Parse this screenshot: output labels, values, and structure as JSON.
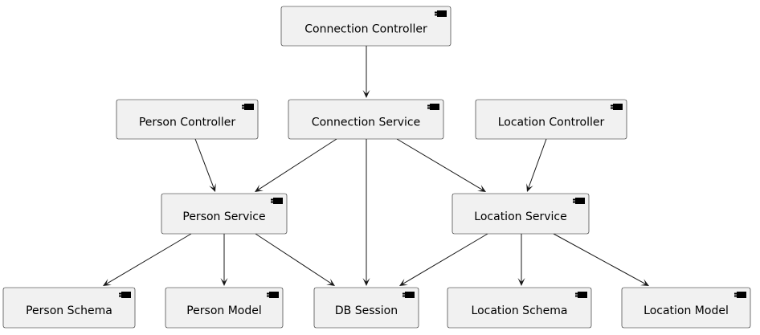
{
  "components": {
    "connection_controller": "Connection Controller",
    "person_controller": "Person Controller",
    "connection_service": "Connection Service",
    "location_controller": "Location Controller",
    "person_service": "Person Service",
    "location_service": "Location Service",
    "person_schema": "Person Schema",
    "person_model": "Person Model",
    "db_session": "DB Session",
    "location_schema": "Location Schema",
    "location_model": "Location Model"
  },
  "dependencies": [
    {
      "from": "connection_controller",
      "to": "connection_service"
    },
    {
      "from": "person_controller",
      "to": "person_service"
    },
    {
      "from": "connection_service",
      "to": "person_service"
    },
    {
      "from": "connection_service",
      "to": "db_session"
    },
    {
      "from": "connection_service",
      "to": "location_service"
    },
    {
      "from": "location_controller",
      "to": "location_service"
    },
    {
      "from": "person_service",
      "to": "person_schema"
    },
    {
      "from": "person_service",
      "to": "person_model"
    },
    {
      "from": "person_service",
      "to": "db_session"
    },
    {
      "from": "location_service",
      "to": "db_session"
    },
    {
      "from": "location_service",
      "to": "location_schema"
    },
    {
      "from": "location_service",
      "to": "location_model"
    }
  ],
  "colors": {
    "box_fill": "#f1f1f1",
    "box_border": "#181818",
    "arrow": "#181818",
    "text": "#000000"
  },
  "icons": {
    "component": "uml-component-icon"
  }
}
